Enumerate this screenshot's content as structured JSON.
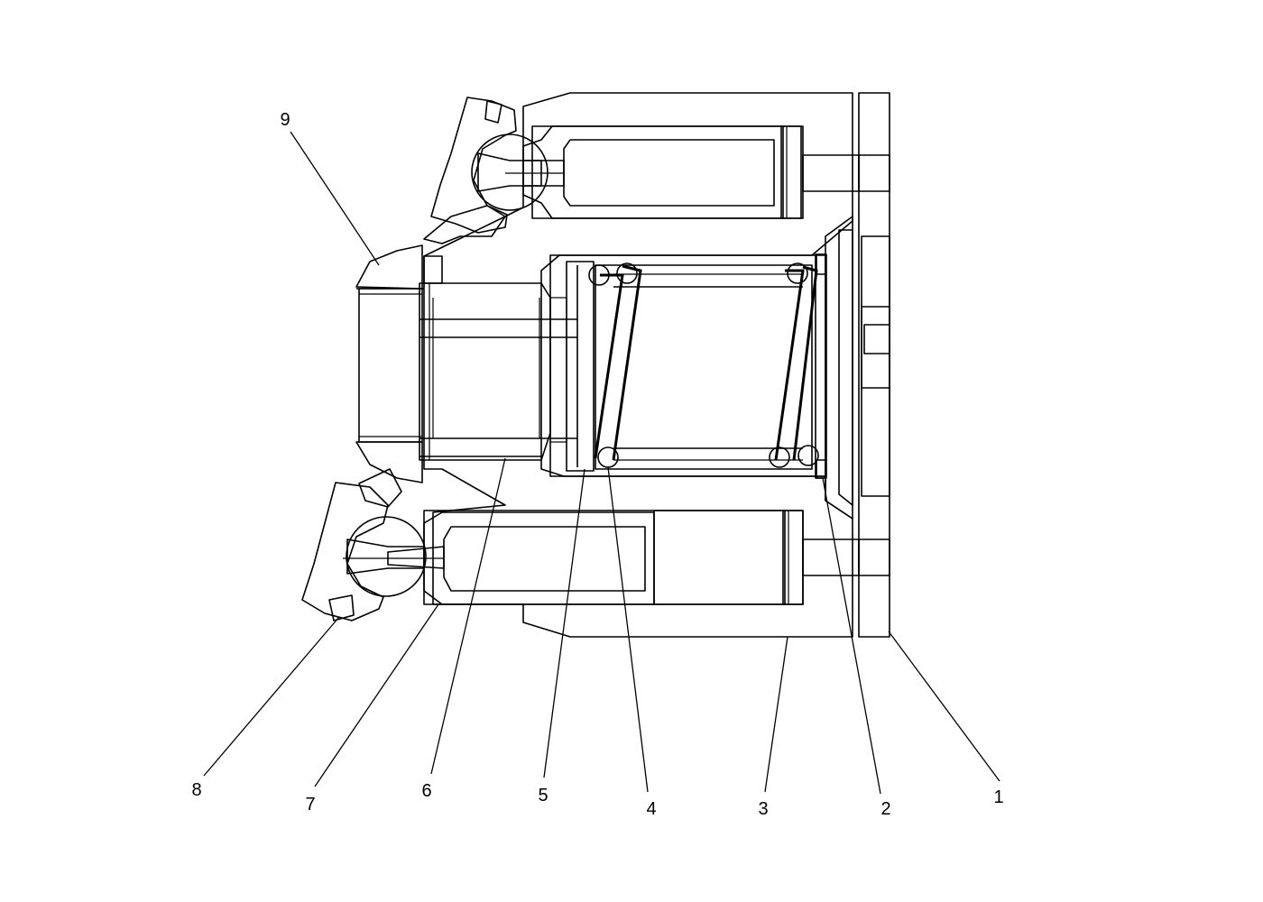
{
  "diagram": {
    "type": "mechanical-cross-section",
    "line_color": "#000000",
    "background": "#ffffff",
    "callouts": [
      {
        "id": "c1",
        "label": "1"
      },
      {
        "id": "c2",
        "label": "2"
      },
      {
        "id": "c3",
        "label": "3"
      },
      {
        "id": "c4",
        "label": "4"
      },
      {
        "id": "c5",
        "label": "5"
      },
      {
        "id": "c6",
        "label": "6"
      },
      {
        "id": "c7",
        "label": "7"
      },
      {
        "id": "c8",
        "label": "8"
      },
      {
        "id": "c9",
        "label": "9"
      }
    ]
  }
}
